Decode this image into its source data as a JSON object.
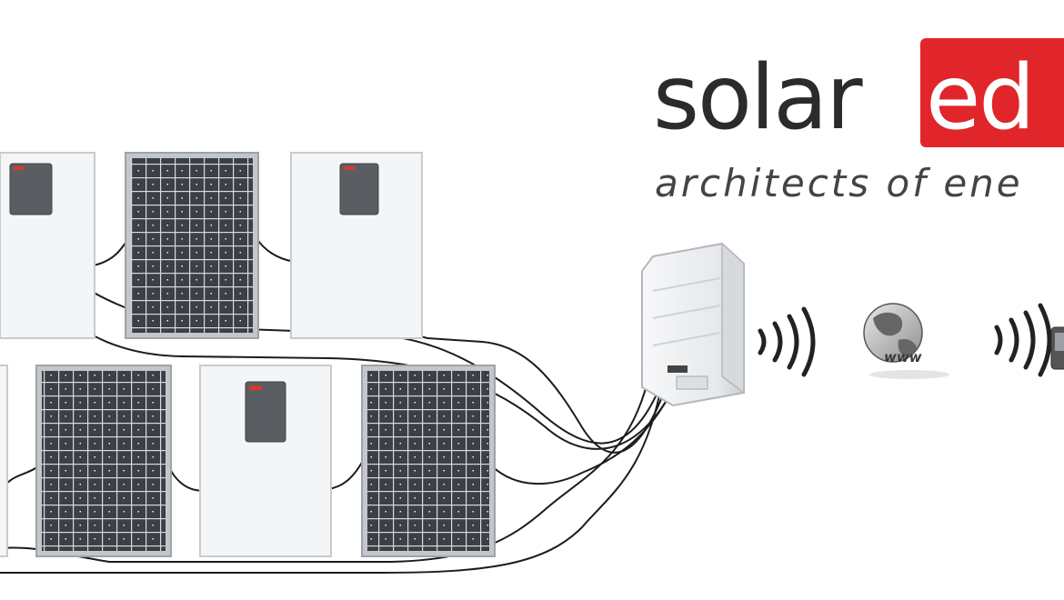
{
  "brand": {
    "name_dark": "solar",
    "name_red": "ed",
    "tagline": "architects of ene",
    "color_dark": "#2b2b2b",
    "color_red": "#e0262b"
  },
  "network": {
    "globe_label": "www"
  },
  "icons": {
    "panel": "pv-panel-icon",
    "optimizer": "power-optimizer-icon",
    "inverter": "inverter-icon",
    "wireless": "wireless-signal-icon",
    "globe": "globe-icon",
    "device": "monitoring-device-icon"
  },
  "colors": {
    "background": "#ffffff",
    "panel_frame": "#b9bec4",
    "panel_cell": "#3b3f46",
    "optimizer_body": "#5a5e63",
    "optimizer_badge": "#d23a2f",
    "cable": "#1c1c1c",
    "inverter_body": "#eef0f2"
  }
}
